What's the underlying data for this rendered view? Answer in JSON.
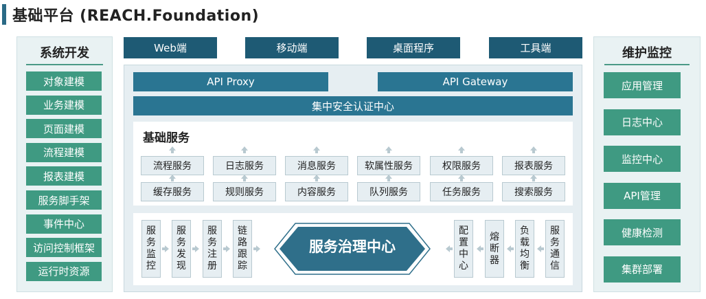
{
  "title": "基础平台 (REACH.Foundation)",
  "left_panel": {
    "title": "系统开发",
    "items": [
      "对象建模",
      "业务建模",
      "页面建模",
      "流程建模",
      "报表建模",
      "服务脚手架",
      "事件中心",
      "访问控制框架",
      "运行时资源"
    ]
  },
  "right_panel": {
    "title": "维护监控",
    "items": [
      "应用管理",
      "日志中心",
      "监控中心",
      "API管理",
      "健康检测",
      "集群部署"
    ]
  },
  "clients": [
    "Web端",
    "移动端",
    "桌面程序",
    "工具端"
  ],
  "gateway": {
    "proxy": "API Proxy",
    "gateway": "API Gateway",
    "auth": "集中安全认证中心"
  },
  "services": {
    "title": "基础服务",
    "row1": [
      "流程服务",
      "日志服务",
      "消息服务",
      "软属性服务",
      "权限服务",
      "报表服务"
    ],
    "row2": [
      "缓存服务",
      "规则服务",
      "内容服务",
      "队列服务",
      "任务服务",
      "搜索服务"
    ]
  },
  "governance": {
    "hub": "服务治理中心",
    "left": [
      "服务监控",
      "服务发现",
      "服务注册",
      "链路跟踪"
    ],
    "right": [
      "配置中心",
      "熔断器",
      "负载均衡",
      "服务通信"
    ]
  },
  "colors": {
    "green": "#3f9a82",
    "navy": "#1e5a74",
    "blue": "#2a7592",
    "hub": "#2f6f8a"
  }
}
